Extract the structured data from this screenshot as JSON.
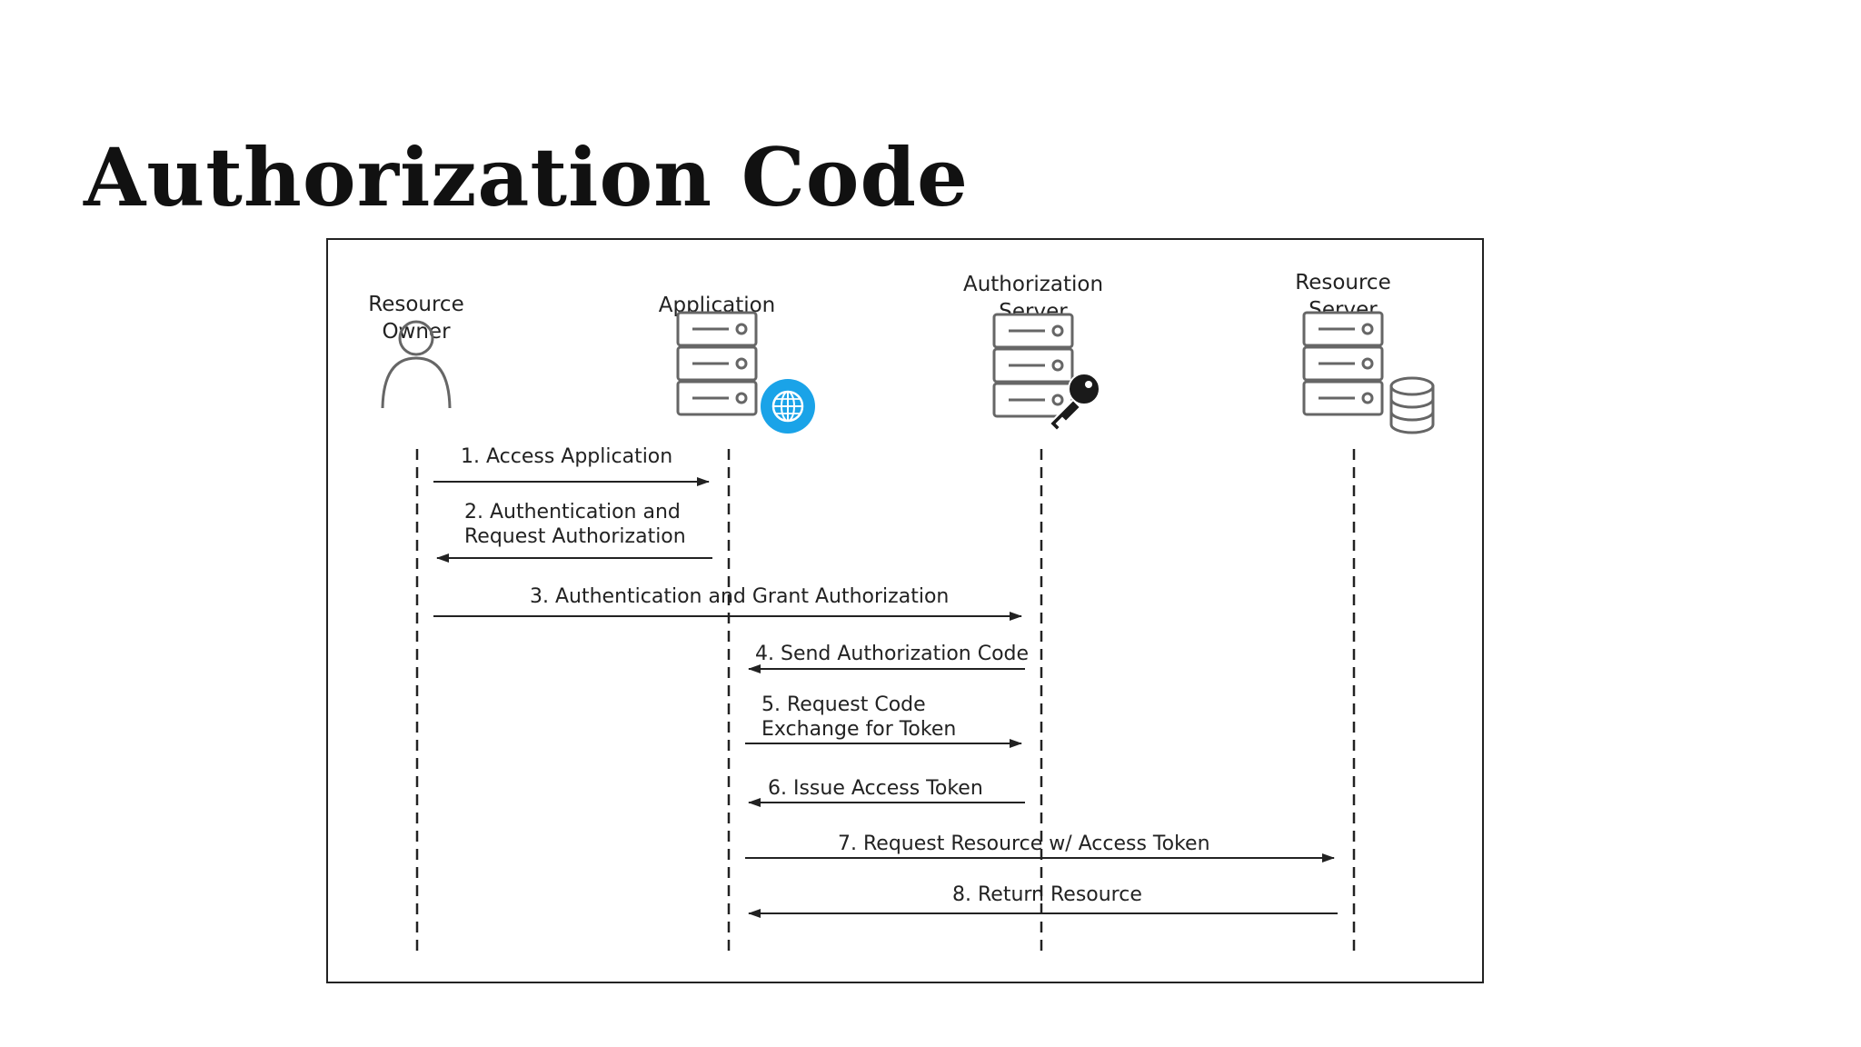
{
  "slide": {
    "title": "Authorization Code"
  },
  "colors": {
    "line": "#222222",
    "icon_stroke": "#666666",
    "globe": "#1aa3e8"
  },
  "actors": [
    {
      "id": "resource-owner",
      "lines": [
        "Resource",
        "Owner"
      ],
      "icon": "person-icon"
    },
    {
      "id": "application",
      "lines": [
        "Application"
      ],
      "icon": "server-icon",
      "badge": "globe-icon"
    },
    {
      "id": "authorization-server",
      "lines": [
        "Authorization",
        "Server"
      ],
      "icon": "server-icon",
      "badge": "key-icon"
    },
    {
      "id": "resource-server",
      "lines": [
        "Resource",
        "Server"
      ],
      "icon": "server-icon",
      "badge": "database-icon"
    }
  ],
  "messages": [
    {
      "from": 0,
      "to": 1,
      "lines": [
        "1. Access Application"
      ]
    },
    {
      "from": 1,
      "to": 0,
      "lines": [
        "2. Authentication and",
        "Request Authorization"
      ]
    },
    {
      "from": 0,
      "to": 2,
      "lines": [
        "3. Authentication and Grant Authorization"
      ]
    },
    {
      "from": 2,
      "to": 1,
      "lines": [
        "4. Send Authorization Code"
      ]
    },
    {
      "from": 1,
      "to": 2,
      "lines": [
        "5. Request Code",
        "Exchange for Token"
      ]
    },
    {
      "from": 2,
      "to": 1,
      "lines": [
        "6. Issue Access Token"
      ]
    },
    {
      "from": 1,
      "to": 3,
      "lines": [
        "7. Request Resource w/ Access Token"
      ]
    },
    {
      "from": 3,
      "to": 1,
      "lines": [
        "8. Return Resource"
      ]
    }
  ]
}
